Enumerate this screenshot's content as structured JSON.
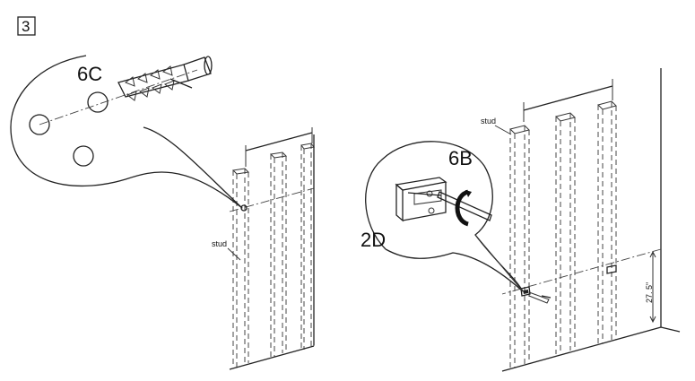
{
  "step_number": "3",
  "left_figure": {
    "callout_label": "6C",
    "stud_label": "stud"
  },
  "right_figure": {
    "callout_label_top": "6B",
    "callout_label_left": "2D",
    "stud_label": "stud",
    "height_dimension": "27. 5\""
  }
}
